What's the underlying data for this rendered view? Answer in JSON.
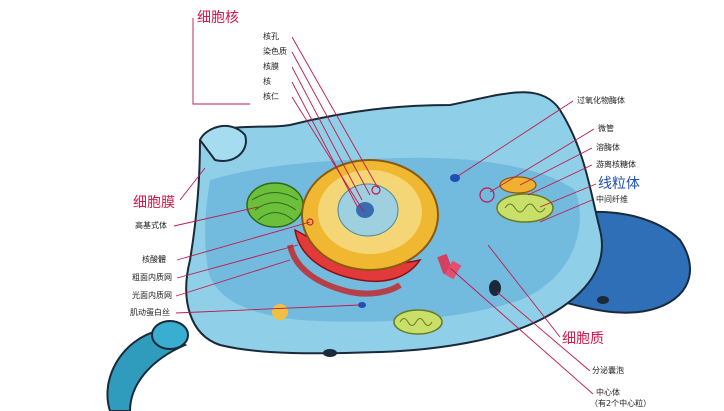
{
  "labels": {
    "nucleus": "细胞核",
    "nuclear_pore": "核孔",
    "chromatin": "染色质",
    "nuclear_membrane": "核膜",
    "nucleus_small": "核",
    "nucleolus": "核仁",
    "peroxisome": "过氧化物酶体",
    "microtubule": "微管",
    "lysosome": "溶酶体",
    "free_ribosome": "游离核糖体",
    "mitochondrion": "线粒体",
    "intermediate_filament": "中间纤维",
    "cell_membrane": "细胞膜",
    "golgi": "高基式体",
    "ribosome": "核酸體",
    "rough_er": "粗面内质网",
    "smooth_er": "光面内质网",
    "actin_filament": "肌动蛋白丝",
    "cytoplasm": "细胞质",
    "secretory_vesicle": "分泌囊泡",
    "centrosome": "中心体",
    "centrosome_note": "（有2个中心粒）"
  },
  "colors": {
    "accent_red": "#d6194b",
    "accent_blue": "#1e4fb5",
    "line": "#c0194b",
    "cell_body": "#8fd0e8",
    "cell_outline": "#1a2a3a",
    "nucleus_outer": "#f0b830",
    "mito": "#c8e06a"
  }
}
